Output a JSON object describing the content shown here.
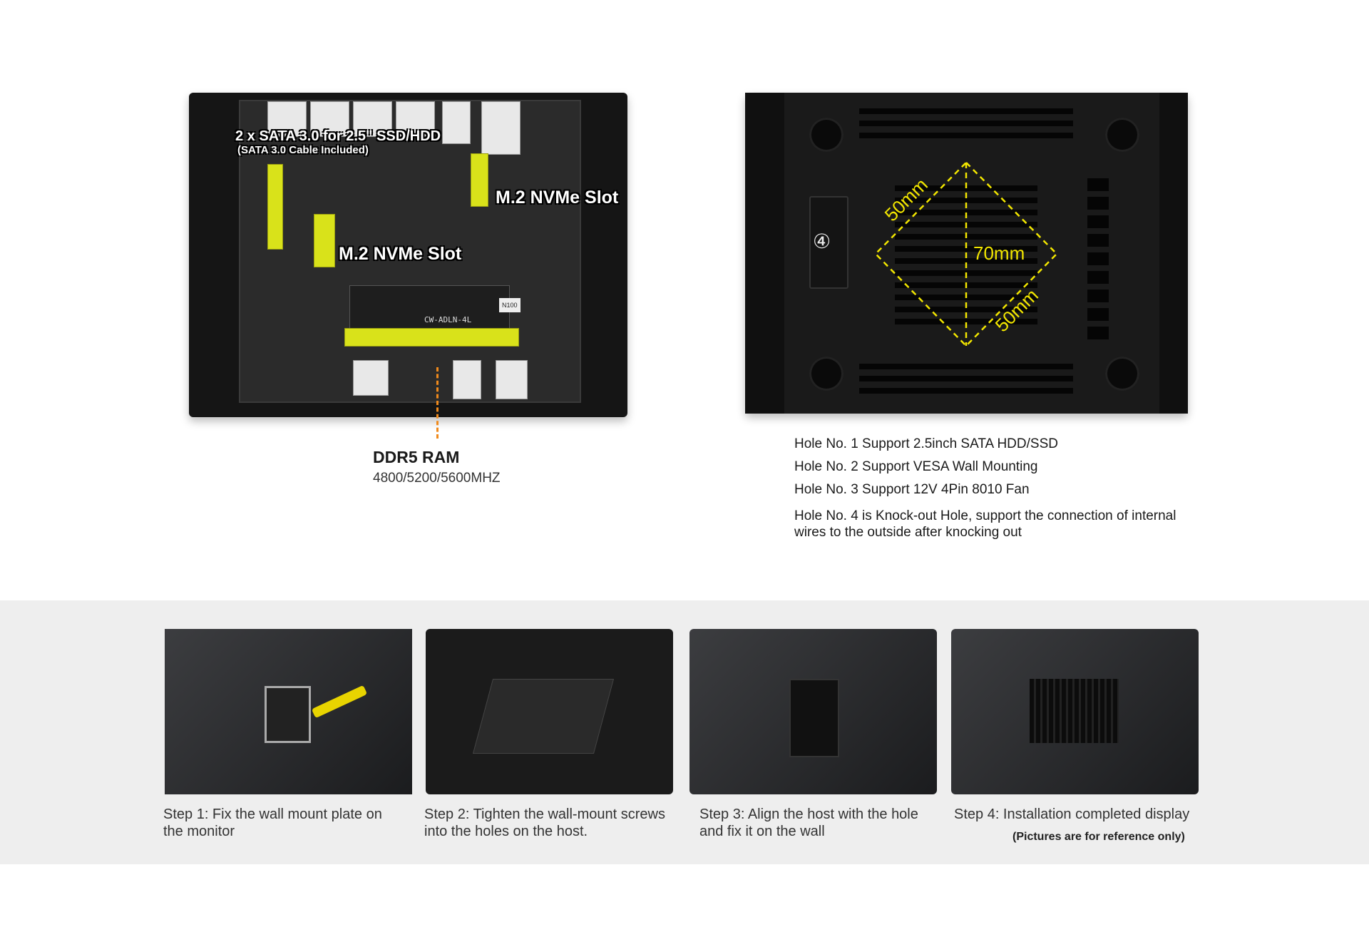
{
  "left_panel": {
    "sata_label": "2 x SATA 3.0 for 2.5\" SSD/HDD",
    "sata_sublabel": "(SATA 3.0 Cable Included)",
    "m2_slot_label_1": "M.2 NVMe Slot",
    "m2_slot_label_2": "M.2 NVMe Slot",
    "board_model": "CW-ADLN-4L",
    "cpu_label": "N100",
    "ram_title": "DDR5 RAM",
    "ram_speeds": "4800/5200/5600MHZ"
  },
  "right_panel": {
    "dim_50mm_a": "50mm",
    "dim_70mm": "70mm",
    "dim_50mm_b": "50mm",
    "hole_4_marker": "④",
    "hole_notes": [
      "Hole No. 1 Support 2.5inch SATA HDD/SSD",
      "Hole No. 2 Support VESA Wall Mounting",
      "Hole No. 3 Support 12V 4Pin 8010 Fan",
      "Hole No. 4 is Knock-out Hole, support the connection of internal wires to the outside after knocking out"
    ]
  },
  "steps": [
    {
      "caption": "Step 1: Fix the wall mount plate on the monitor"
    },
    {
      "caption": "Step 2: Tighten the wall-mount screws into the holes on the host."
    },
    {
      "caption": "Step 3: Align the host with the hole and fix it on the wall"
    },
    {
      "caption": "Step 4: Installation completed display"
    }
  ],
  "disclaimer": "(Pictures are for reference only)",
  "colors": {
    "highlight": "#d9e21a",
    "dimension": "#f2e600",
    "guide": "#f08a1c",
    "band": "#eeeeee"
  }
}
